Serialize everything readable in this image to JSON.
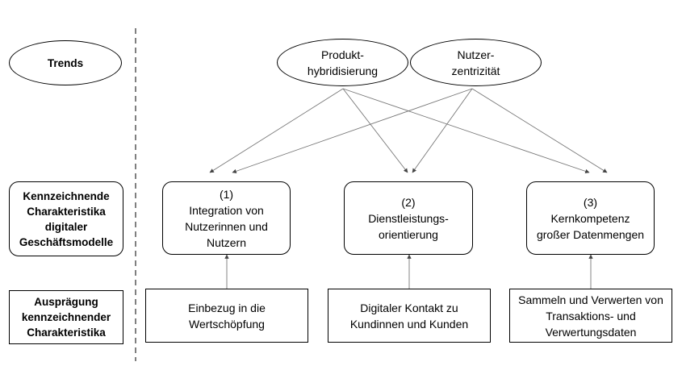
{
  "trends": {
    "label": "Trends",
    "items": [
      {
        "label": "Produkt-\nhybridisierung"
      },
      {
        "label": "Nutzer-\nzentrizität"
      }
    ]
  },
  "characteristics": {
    "label": "Kennzeichnende\nCharakteristika\ndigitaler\nGeschäftsmodelle",
    "items": [
      {
        "label": "(1)\nIntegration von\nNutzerinnen und\nNutzern"
      },
      {
        "label": "(2)\nDienstleistungs-\norientierung"
      },
      {
        "label": "(3)\nKernkompetenz\ngroßer Datenmengen"
      }
    ]
  },
  "manifestations": {
    "label": "Ausprägung\nkennzeichnender\nCharakteristika",
    "items": [
      {
        "label": "Einbezug in die\nWertschöpfung"
      },
      {
        "label": "Digitaler Kontakt zu\nKundinnen und Kunden"
      },
      {
        "label": "Sammeln und Verwerten von\nTransaktions- und\nVerwertungsdaten"
      }
    ]
  }
}
